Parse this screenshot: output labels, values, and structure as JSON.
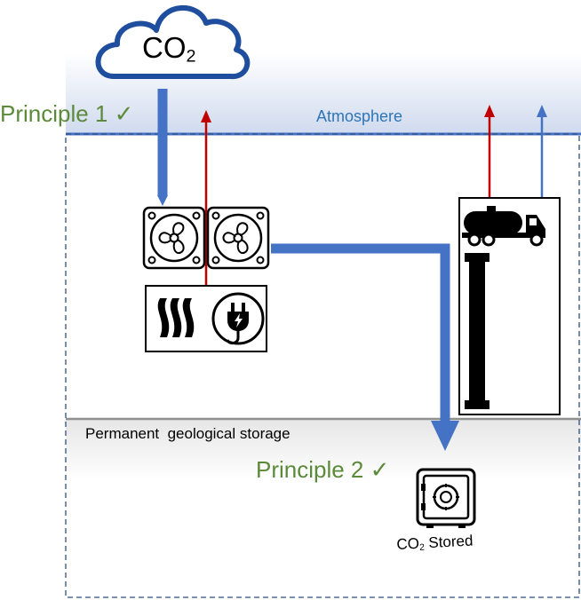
{
  "labels": {
    "principle_1": "Principle 1 ✓",
    "principle_2": "Principle 2 ✓",
    "atmosphere": "Atmosphere",
    "storage": "Permanent  geological storage",
    "cloud_main": "CO",
    "cloud_sub": "2",
    "stored_main": "CO",
    "stored_sub": "2",
    "stored_rest": " Stored"
  },
  "colors": {
    "principle_green": "#5b8a3a",
    "atmosphere_blue": "#2e75b6",
    "flow_blue": "#4472c4",
    "emission_red": "#c00000",
    "cloud_outline": "#1f4e9e"
  },
  "icons": [
    "cloud-icon",
    "fan-icon",
    "heat-icon",
    "electric-plug-icon",
    "tanker-truck-icon",
    "pipeline-icon",
    "safe-icon"
  ]
}
